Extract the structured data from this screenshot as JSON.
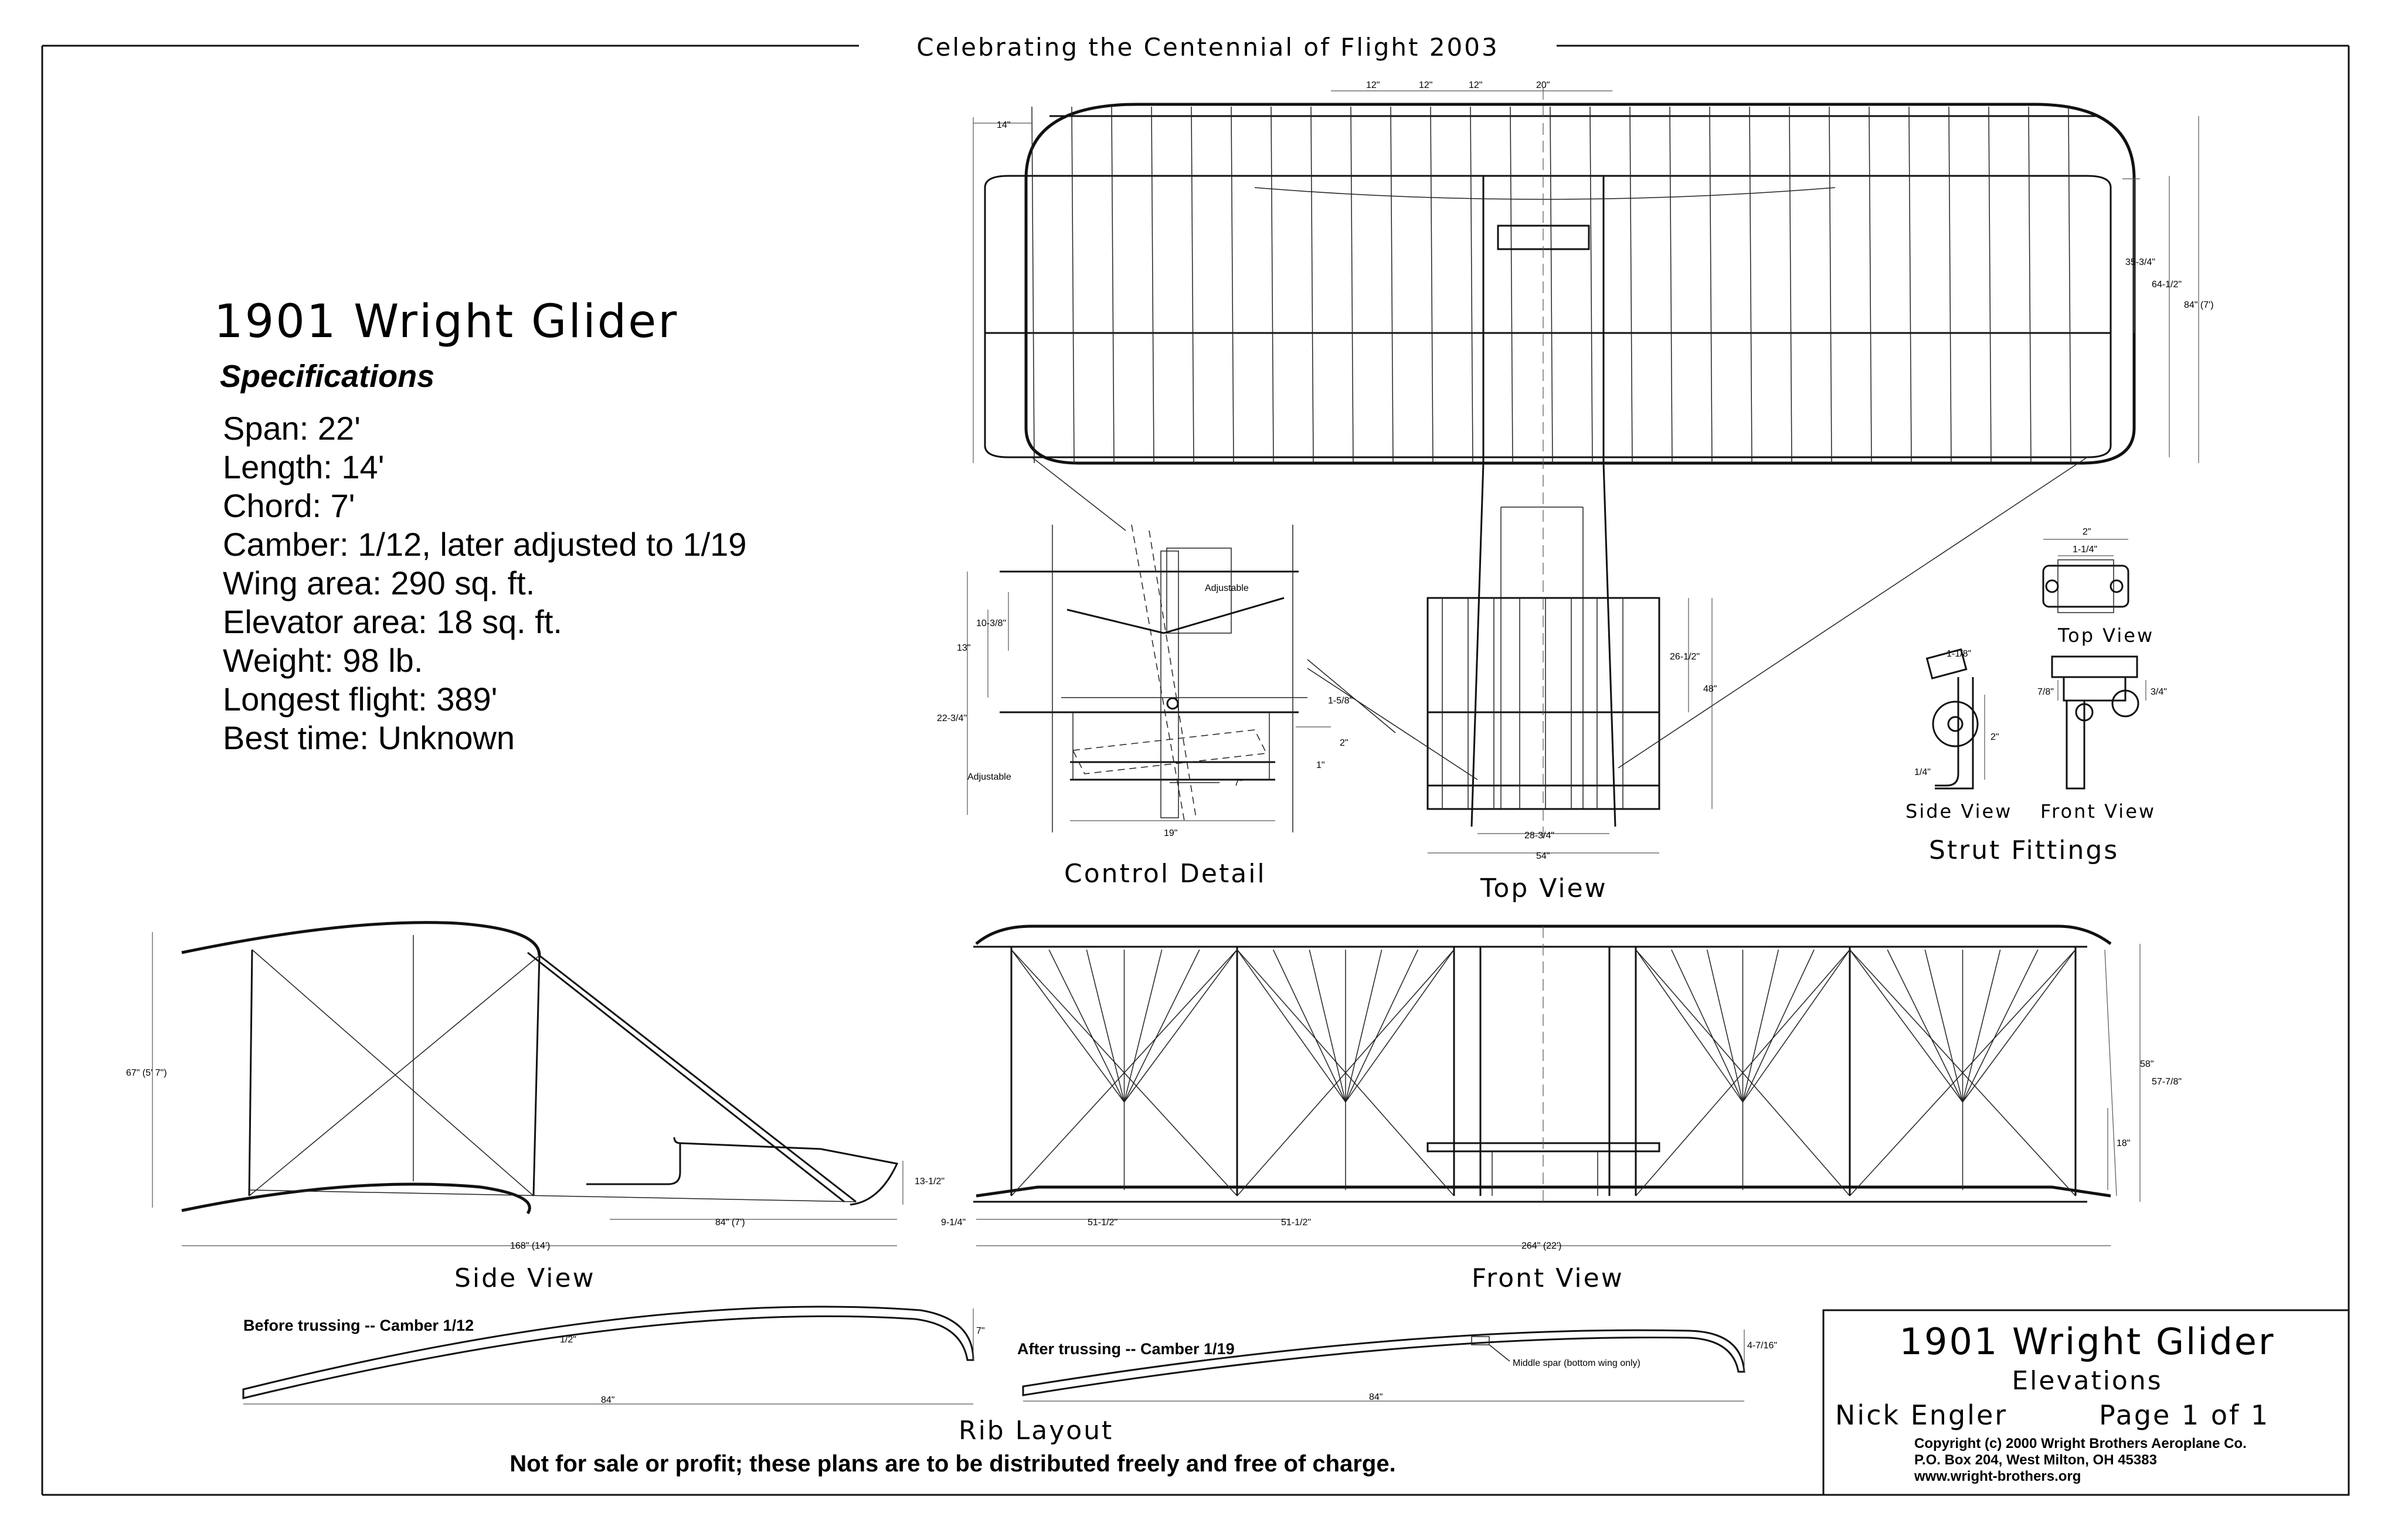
{
  "header": {
    "banner": "Celebrating the Centennial of Flight 2003"
  },
  "specs": {
    "title": "1901 Wright Glider",
    "heading": "Specifications",
    "items": [
      "Span: 22'",
      "Length: 14'",
      "Chord: 7'",
      "Camber: 1/12, later adjusted to 1/19",
      "Wing area: 290 sq. ft.",
      "Elevator area: 18 sq. ft.",
      "Weight: 98 lb.",
      "Longest flight: 389'",
      "Best time: Unknown"
    ]
  },
  "top_view": {
    "label": "Top View",
    "dims": {
      "d14": "14\"",
      "d12a": "12\"",
      "d12b": "12\"",
      "d12c": "12\"",
      "d20": "20\"",
      "d35": "35-3/4\"",
      "d64": "64-1/2\"",
      "d84": "84\" (7')",
      "d26": "26-1/2\"",
      "d48": "48\"",
      "d28": "28-3/4\"",
      "d54": "54\""
    }
  },
  "control_detail": {
    "label": "Control Detail",
    "dims": {
      "adj1": "Adjustable",
      "adj2": "Adjustable",
      "d10": "10-3/8\"",
      "d13": "13\"",
      "d22": "22-3/4\"",
      "d15": "1-5/8\"",
      "d2": "2\"",
      "d1": "1\"",
      "d7": "7\"",
      "d19": "19\""
    }
  },
  "strut_fittings": {
    "label": "Strut Fittings",
    "top_view": "Top View",
    "side_view": "Side View",
    "front_view": "Front View",
    "dims": {
      "d2a": "2\"",
      "d114": "1-1/4\"",
      "d118": "1-1/8\"",
      "d78": "7/8\"",
      "d34": "3/4\"",
      "d2b": "2\"",
      "d14": "1/4\""
    }
  },
  "side_view": {
    "label": "Side View",
    "dims": {
      "d67": "67\" (5' 7\")",
      "d13": "13-1/2\"",
      "d84": "84\" (7')",
      "d168": "168\" (14')"
    }
  },
  "front_view": {
    "label": "Front View",
    "dims": {
      "d58": "58\"",
      "d57": "57-7/8\"",
      "d18": "18\"",
      "d9": "9-1/4\"",
      "d51a": "51-1/2\"",
      "d51b": "51-1/2\"",
      "d264": "264\" (22')"
    }
  },
  "rib_layout": {
    "label": "Rib Layout",
    "before": "Before trussing -- Camber 1/12",
    "after": "After trussing -- Camber 1/19",
    "d7": "7\"",
    "d12": "1/2\"",
    "d84a": "84\"",
    "d84b": "84\"",
    "d47": "4-7/16\"",
    "middle_spar": "Middle spar (bottom wing only)"
  },
  "title_block": {
    "title": "1901 Wright Glider",
    "subtitle": "Elevations",
    "author": "Nick Engler",
    "page": "Page 1 of 1",
    "copyright": "Copyright  (c) 2000 Wright Brothers Aeroplane Co.",
    "address": "P.O. Box 204, West Milton, OH  45383",
    "url": "www.wright-brothers.org"
  },
  "footer": {
    "notice": "Not for sale or profit; these plans are to be distributed freely and free of charge."
  }
}
